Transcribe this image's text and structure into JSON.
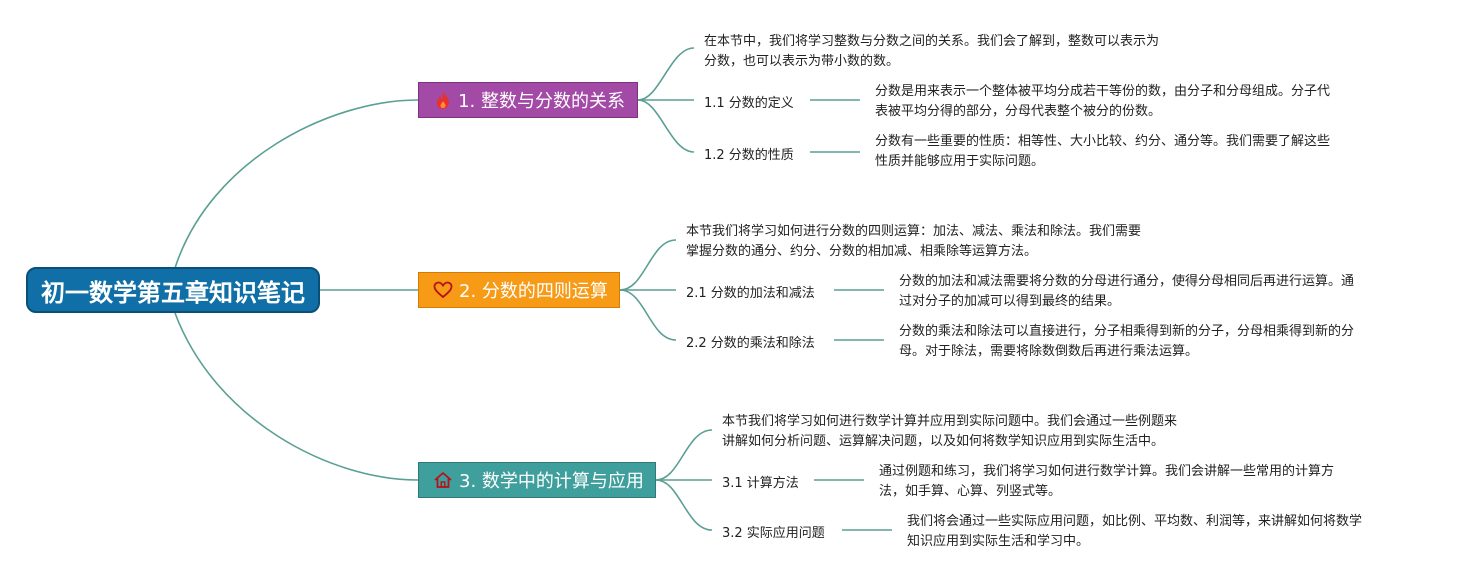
{
  "root": {
    "title": "初一数学第五章知识笔记"
  },
  "colors": {
    "root_bg": "#0f6fa6",
    "b1": "#a24aa6",
    "b2": "#f79a16",
    "b3": "#3f9f9d",
    "line": "#5a9f93"
  },
  "branches": [
    {
      "label": "1. 整数与分数的关系",
      "icon": "flame-icon",
      "intro": [
        "在本节中，我们将学习整数与分数之间的关系。我们会了解到，整数可以表示为",
        "分数，也可以表示为带小数的数。"
      ],
      "subs": [
        {
          "label": "1.1 分数的定义",
          "desc": [
            "分数是用来表示一个整体被平均分成若干等份的数，由分子和分母组成。分子代",
            "表被平均分得的部分，分母代表整个被分的份数。"
          ]
        },
        {
          "label": "1.2 分数的性质",
          "desc": [
            "分数有一些重要的性质：相等性、大小比较、约分、通分等。我们需要了解这些",
            "性质并能够应用于实际问题。"
          ]
        }
      ]
    },
    {
      "label": "2. 分数的四则运算",
      "icon": "heart-icon",
      "intro": [
        "本节我们将学习如何进行分数的四则运算：加法、减法、乘法和除法。我们需要",
        "掌握分数的通分、约分、分数的相加减、相乘除等运算方法。"
      ],
      "subs": [
        {
          "label": "2.1 分数的加法和减法",
          "desc": [
            "分数的加法和减法需要将分数的分母进行通分，使得分母相同后再进行运算。通",
            "过对分子的加减可以得到最终的结果。"
          ]
        },
        {
          "label": "2.2 分数的乘法和除法",
          "desc": [
            "分数的乘法和除法可以直接进行，分子相乘得到新的分子，分母相乘得到新的分",
            "母。对于除法，需要将除数倒数后再进行乘法运算。"
          ]
        }
      ]
    },
    {
      "label": "3. 数学中的计算与应用",
      "icon": "house-icon",
      "intro": [
        "本节我们将学习如何进行数学计算并应用到实际问题中。我们会通过一些例题来",
        "讲解如何分析问题、运算解决问题，以及如何将数学知识应用到实际生活中。"
      ],
      "subs": [
        {
          "label": "3.1 计算方法",
          "desc": [
            "通过例题和练习，我们将学习如何进行数学计算。我们会讲解一些常用的计算方",
            "法，如手算、心算、列竖式等。"
          ]
        },
        {
          "label": "3.2 实际应用问题",
          "desc": [
            "我们将会通过一些实际应用问题，如比例、平均数、利润等，来讲解如何将数学",
            "知识应用到实际生活和学习中。"
          ]
        }
      ]
    }
  ]
}
